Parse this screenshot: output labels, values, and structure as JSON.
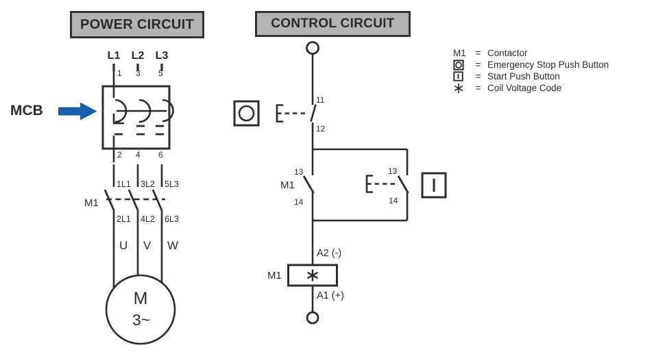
{
  "colors": {
    "line": "#2b2a29",
    "title_fill": "#b3b3b3",
    "title_border": "#333333",
    "arrow_blue": "#155fad",
    "text": "#2b2a29"
  },
  "power": {
    "title": "POWER CIRCUIT",
    "mcb_label": "MCB",
    "phases": [
      "L1",
      "L2",
      "L3"
    ],
    "mcb_top_terminals": [
      "1",
      "3",
      "5"
    ],
    "mcb_bottom_terminals": [
      "2",
      "4",
      "6"
    ],
    "contactor_label": "M1",
    "contactor_top_terminals": [
      "1L1",
      "3L2",
      "5L3"
    ],
    "contactor_bottom_terminals": [
      "2L1",
      "4L2",
      "6L3"
    ],
    "motor_leads": [
      "U",
      "V",
      "W"
    ],
    "motor_letter": "M",
    "motor_phase": "3~"
  },
  "control": {
    "title": "CONTROL CIRCUIT",
    "estop_top_terminal": "11",
    "estop_bottom_terminal": "12",
    "aux_contact_label": "M1",
    "aux_top_terminal": "13",
    "aux_bottom_terminal": "14",
    "start_top_terminal": "13",
    "start_bottom_terminal": "14",
    "coil_label": "M1",
    "coil_top_terminal": "A2 (-)",
    "coil_bottom_terminal": "A1 (+)"
  },
  "legend": {
    "equals": "=",
    "rows": [
      {
        "symbol": "M1",
        "label": "Contactor"
      },
      {
        "symbol": "",
        "label": "Emergency Stop Push Button"
      },
      {
        "symbol": "",
        "label": "Start Push Button"
      },
      {
        "symbol": "",
        "label": "Coil Voltage Code"
      }
    ]
  }
}
